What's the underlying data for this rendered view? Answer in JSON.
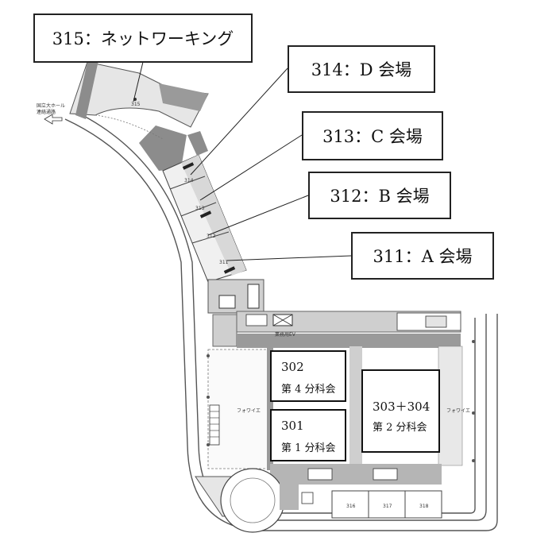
{
  "callouts": [
    {
      "id": "315",
      "text": "315：ネットワーキング"
    },
    {
      "id": "314",
      "text": "314：D 会場"
    },
    {
      "id": "313",
      "text": "313：C 会場"
    },
    {
      "id": "312",
      "text": "312：B 会場"
    },
    {
      "id": "311",
      "text": "311：A 会場"
    }
  ],
  "rooms": {
    "r302": {
      "number": "302",
      "session": "第 4 分科会"
    },
    "r301": {
      "number": "301",
      "session": "第 1 分科会"
    },
    "r303": {
      "number": "303＋304",
      "session": "第 2 分科会"
    }
  },
  "small_labels": {
    "direction_note_1": "国立大ホール",
    "direction_note_2": "連絡通路",
    "foyer_left": "フォワイエ",
    "foyer_right": "フォワイエ",
    "elevator": "業務用EV",
    "room_315": "315",
    "room_314": "314",
    "room_313": "313",
    "room_312": "312",
    "room_311": "311",
    "room_316": "316",
    "room_317": "317",
    "room_318": "318"
  },
  "colors": {
    "wall_dark": "#8c8c8c",
    "wall_mid": "#b5b5b5",
    "floor_light": "#e3e3e3",
    "line": "#333333",
    "box_border": "#111111"
  }
}
